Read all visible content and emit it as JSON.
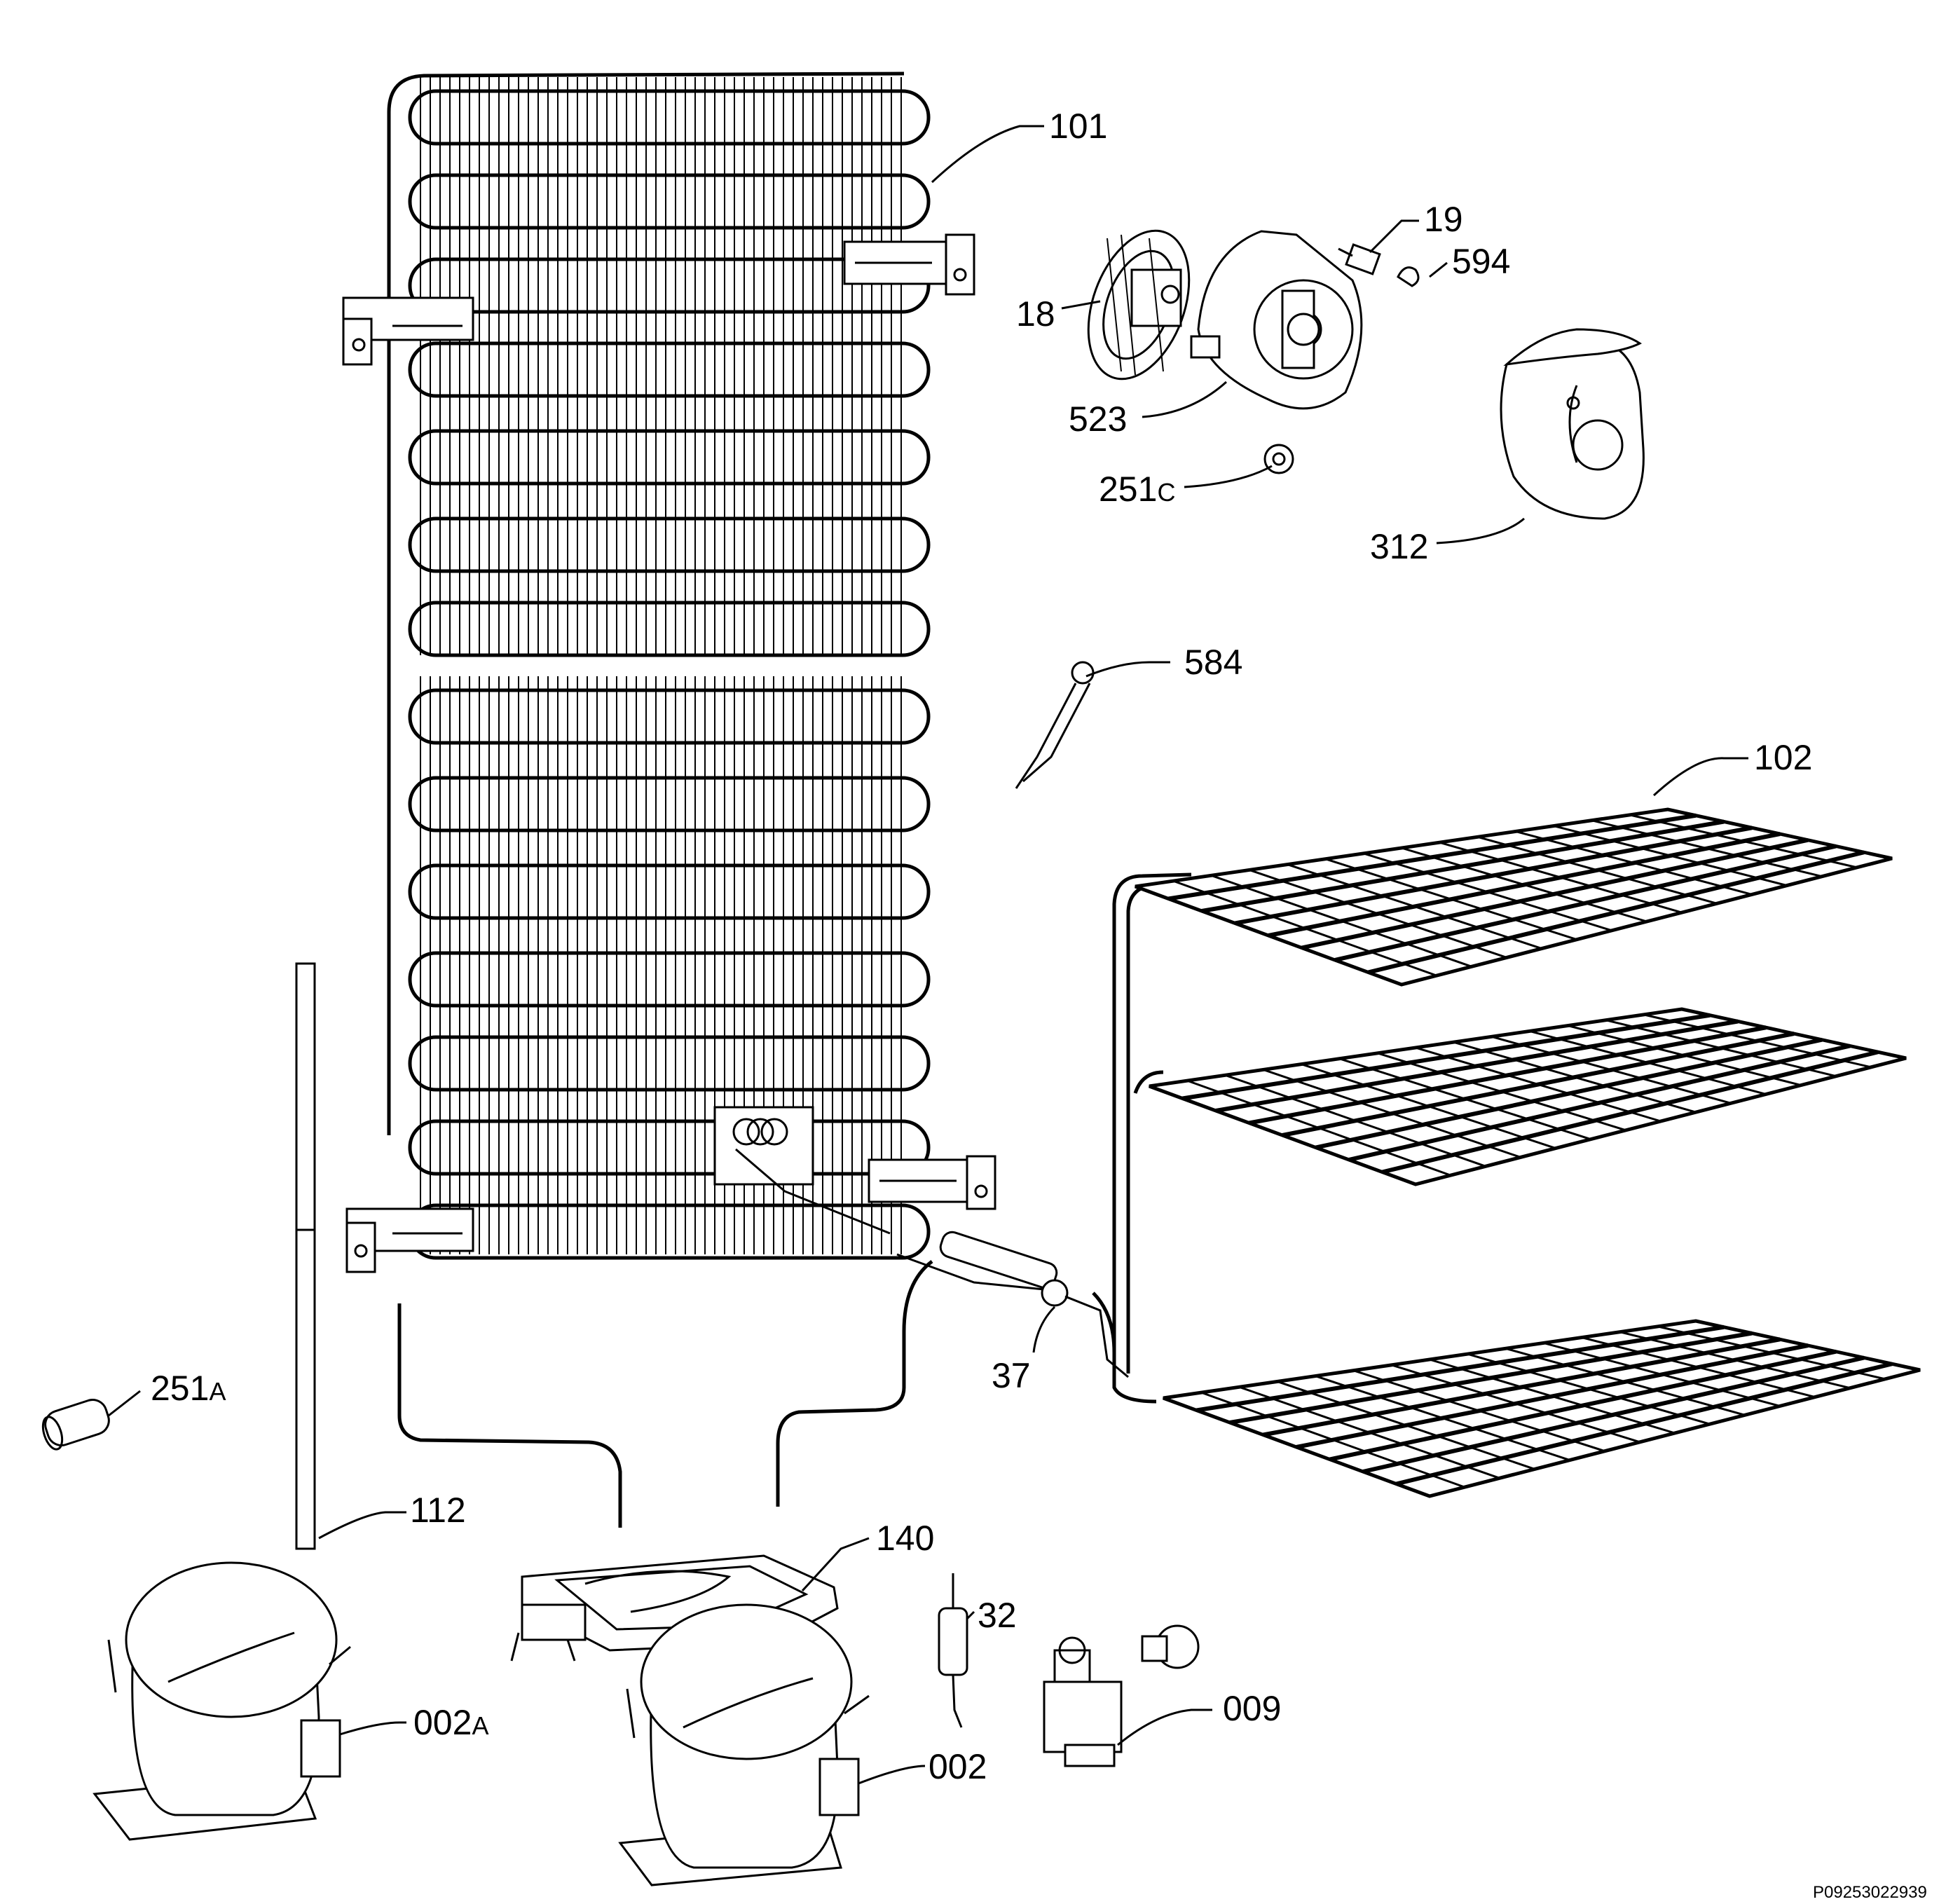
{
  "labels": {
    "p101": "101",
    "p19": "19",
    "p594": "594",
    "p18": "18",
    "p523": "523",
    "p251c": "251",
    "p251c_suffix": "C",
    "p312": "312",
    "p584": "584",
    "p102": "102",
    "p37": "37",
    "p251a": "251",
    "p251a_suffix": "A",
    "p112": "112",
    "p140": "140",
    "p32": "32",
    "p009": "009",
    "p002a": "002",
    "p002a_suffix": "A",
    "p002": "002"
  },
  "drawing_code": "P09253022939"
}
